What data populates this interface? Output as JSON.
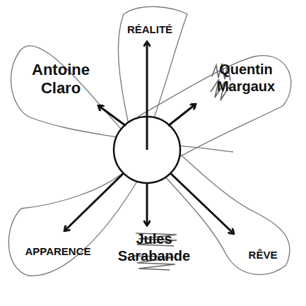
{
  "diagram": {
    "labels": [
      "RÉALITÉ",
      "Antoine Claro",
      "Quentin Margaux",
      "APPARENCE",
      "Jules Sarabande",
      "RÊVE"
    ]
  }
}
